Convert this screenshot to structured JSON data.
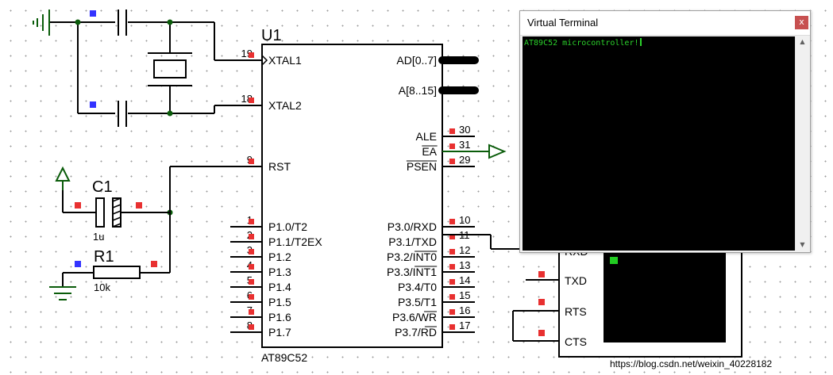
{
  "schematic": {
    "u1": {
      "ref": "U1",
      "part": "AT89C52",
      "left_pins": [
        {
          "num": "19",
          "label": "XTAL1"
        },
        {
          "num": "18",
          "label": "XTAL2"
        },
        {
          "num": "9",
          "label": "RST"
        },
        {
          "num": "1",
          "label": "P1.0/T2"
        },
        {
          "num": "2",
          "label": "P1.1/T2EX"
        },
        {
          "num": "3",
          "label": "P1.2"
        },
        {
          "num": "4",
          "label": "P1.3"
        },
        {
          "num": "5",
          "label": "P1.4"
        },
        {
          "num": "6",
          "label": "P1.5"
        },
        {
          "num": "7",
          "label": "P1.6"
        },
        {
          "num": "8",
          "label": "P1.7"
        }
      ],
      "right_pins": [
        {
          "num": "",
          "label": "AD[0..7]"
        },
        {
          "num": "",
          "label": "A[8..15]"
        },
        {
          "num": "30",
          "label": "ALE"
        },
        {
          "num": "31",
          "label": "EA"
        },
        {
          "num": "29",
          "label": "PSEN"
        },
        {
          "num": "10",
          "label": "P3.0/RXD"
        },
        {
          "num": "11",
          "label": "P3.1/TXD"
        },
        {
          "num": "12",
          "label": "P3.2/INT0"
        },
        {
          "num": "13",
          "label": "P3.3/INT1"
        },
        {
          "num": "14",
          "label": "P3.4/T0"
        },
        {
          "num": "15",
          "label": "P3.5/T1"
        },
        {
          "num": "16",
          "label": "P3.6/WR"
        },
        {
          "num": "17",
          "label": "P3.7/RD"
        }
      ]
    },
    "c1": {
      "ref": "C1",
      "value": "1u"
    },
    "r1": {
      "ref": "R1",
      "value": "10k"
    },
    "terminal_pins": {
      "rxd": "RXD",
      "txd": "TXD",
      "rts": "RTS",
      "cts": "CTS"
    },
    "watermark": "https://blog.csdn.net/weixin_40228182",
    "colors": {
      "wire": "#000000",
      "node": "#0a5c0a",
      "power": "#0a5c0a",
      "pin_marker": "#e83030",
      "net_marker": "#3333ff",
      "terminal_screen": "#000000",
      "terminal_led": "#22cc22"
    }
  },
  "virtual_terminal": {
    "title": "Virtual Terminal",
    "close_label": "x",
    "output": "AT89C52 microcontroller!",
    "icons": {
      "close": "close-icon",
      "scroll_up": "arrow-up-icon",
      "scroll_down": "arrow-down-icon"
    }
  }
}
